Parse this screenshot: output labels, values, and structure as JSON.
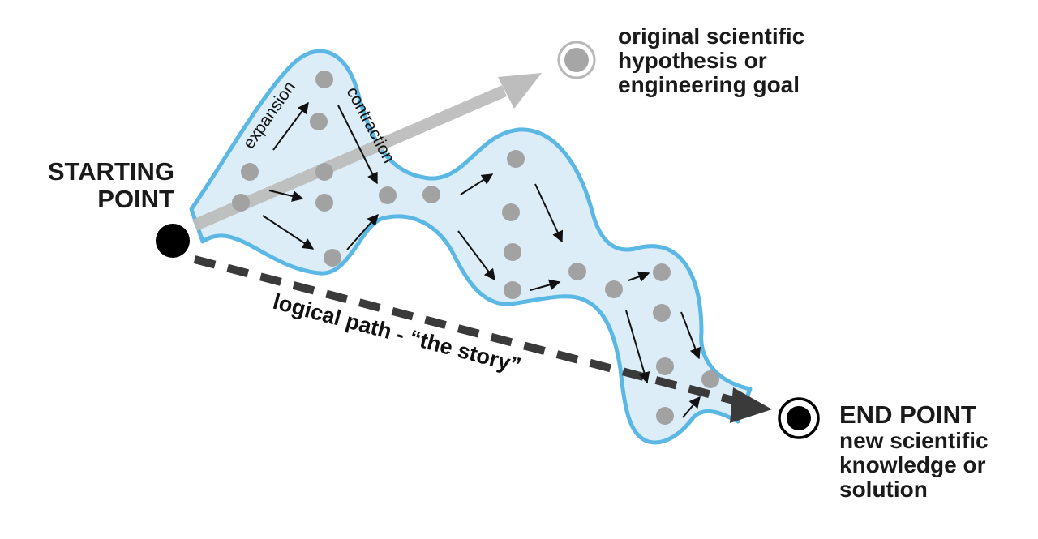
{
  "start": {
    "lines": [
      "STARTING",
      "POINT"
    ]
  },
  "goal": {
    "lines": [
      "original scientific",
      "hypothesis or",
      "engineering goal"
    ]
  },
  "end": {
    "title": "END POINT",
    "desc_lines": [
      "new scientific",
      "knowledge or",
      "solution"
    ]
  },
  "annotations": {
    "expansion": "expansion",
    "contraction": "contraction",
    "logical_path": "logical path - “the story”"
  },
  "colors": {
    "tube_fill": "#dcedf8",
    "tube_stroke": "#5bb7e3",
    "node": "#a2a2a2",
    "hypothesis_arrow": "#bdbdbd",
    "dashed_path": "#3a3a3a",
    "ink": "#111111"
  }
}
